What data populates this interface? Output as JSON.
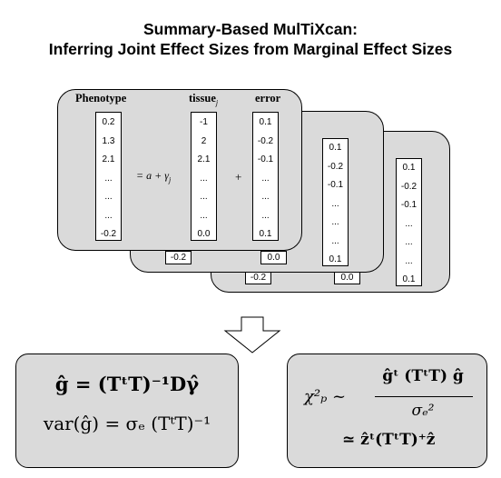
{
  "title": {
    "line1": "Summary-Based MulTiXcan:",
    "line2": "Inferring Joint Effect Sizes from Marginal Effect Sizes"
  },
  "headers": {
    "phenotype": "Phenotype",
    "tissue": "tissue",
    "tissue_sub": "j",
    "error": "error"
  },
  "equation": {
    "eq_sign": "= a + ",
    "gamma": "γ",
    "gamma_sub": "j",
    "plus": "+"
  },
  "columns": {
    "phenotype": [
      "0.2",
      "1.3",
      "2.1",
      "...",
      "...",
      "...",
      "-0.2"
    ],
    "tissue": [
      "-1",
      "2",
      "2.1",
      "...",
      "...",
      "...",
      "0.0"
    ],
    "error": [
      "0.1",
      "-0.2",
      "-0.1",
      "...",
      "...",
      "...",
      "0.1"
    ],
    "error_2": [
      "0.1",
      "-0.2",
      "-0.1",
      "...",
      "...",
      "...",
      "0.1"
    ],
    "error_3": [
      "0.1",
      "-0.2",
      "-0.1",
      "...",
      "...",
      "...",
      "0.1"
    ]
  },
  "peek_values": {
    "panel2_left": "-0.2",
    "panel2_right": "0.0",
    "panel3_left": "-0.2",
    "panel3_right": "0.0"
  },
  "formulas": {
    "left_line1": "ĝ = (TᵗT)⁻¹Dγ̂",
    "left_line2": "var(ĝ) = σₑ (TᵗT)⁻¹",
    "right_lhs": "χ²ₚ ~",
    "right_num": "ĝᵗ (TᵗT) ĝ",
    "right_den": "σₑ²",
    "right_line2": "≃ ẑᵗ(TᵗT)⁺ẑ"
  }
}
